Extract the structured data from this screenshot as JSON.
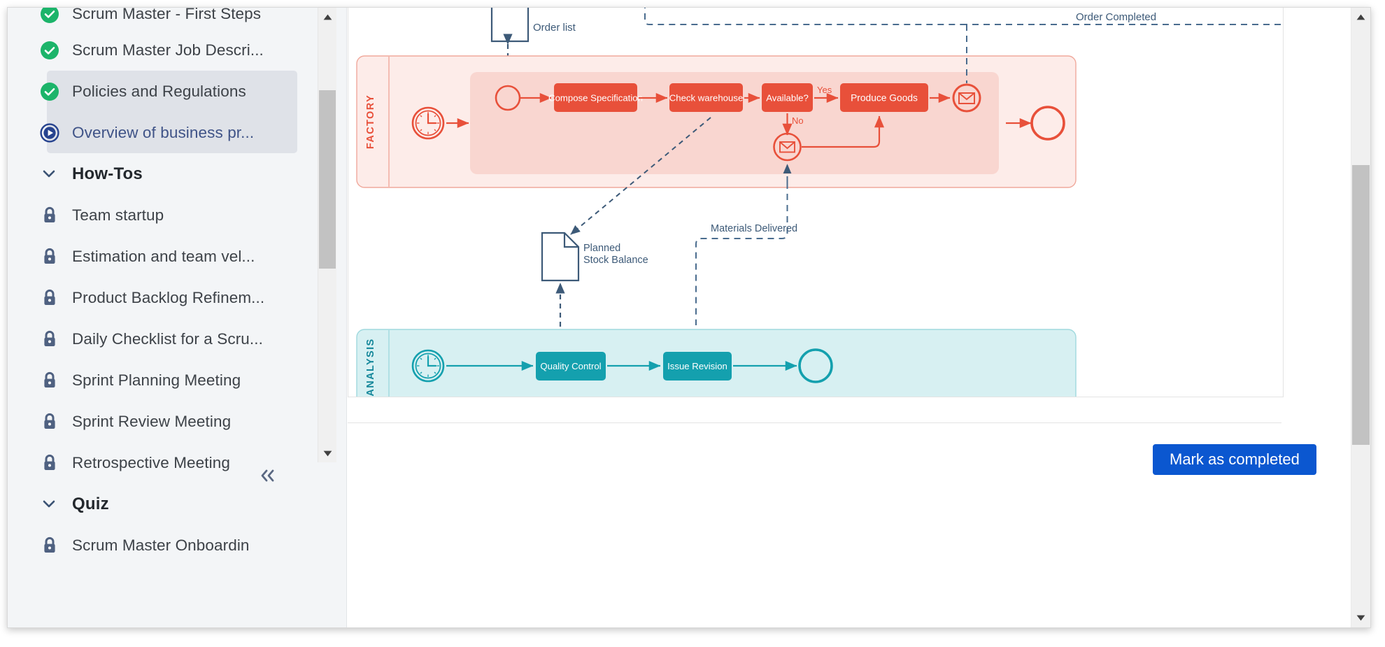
{
  "sidebar": {
    "items": [
      {
        "label": "Scrum Master - First Steps",
        "icon": "check-circle-icon",
        "state": "completed",
        "partial": true
      },
      {
        "label": "Scrum Master Job Descri...",
        "icon": "check-circle-icon",
        "state": "completed"
      },
      {
        "label": "Policies and Regulations",
        "icon": "check-circle-icon",
        "state": "completed",
        "active": true
      },
      {
        "label": "Overview of business pr...",
        "icon": "play-circle-icon",
        "state": "current",
        "active": true
      }
    ],
    "sections": [
      {
        "label": "How-Tos",
        "icon": "chevron-down-icon",
        "items": [
          {
            "label": "Team startup",
            "icon": "lock-icon"
          },
          {
            "label": "Estimation and team vel...",
            "icon": "lock-icon"
          },
          {
            "label": "Product Backlog Refinem...",
            "icon": "lock-icon"
          },
          {
            "label": "Daily Checklist for a Scru...",
            "icon": "lock-icon"
          },
          {
            "label": "Sprint Planning Meeting",
            "icon": "lock-icon"
          },
          {
            "label": "Sprint Review Meeting",
            "icon": "lock-icon"
          },
          {
            "label": "Retrospective Meeting",
            "icon": "lock-icon"
          }
        ]
      },
      {
        "label": "Quiz",
        "icon": "chevron-down-icon",
        "items": [
          {
            "label": "Scrum Master Onboardin",
            "icon": "lock-icon"
          }
        ]
      }
    ],
    "collapse_icon": "«",
    "scroll_up_icon": "▲",
    "scroll_down_icon": "▼"
  },
  "main": {
    "mark_completed_label": "Mark as completed",
    "scroll_up_icon": "▲",
    "scroll_down_icon": "▼"
  },
  "diagram": {
    "type": "bpmn-swimlane",
    "lanes": [
      {
        "name": "FACTORY",
        "color": "#e8503a",
        "fill": "#fdece9",
        "band_fill": "#f9d6d0",
        "nodes": [
          {
            "id": "timer_start_factory",
            "type": "timer-start-event",
            "label": ""
          },
          {
            "id": "start_factory",
            "type": "start-event",
            "label": ""
          },
          {
            "id": "compose_spec",
            "type": "task",
            "label": "Compose Specification"
          },
          {
            "id": "check_warehouse",
            "type": "task",
            "label": "Check warehouse"
          },
          {
            "id": "available",
            "type": "task-gateway",
            "label": "Available?"
          },
          {
            "id": "produce_goods",
            "type": "task",
            "label": "Produce Goods"
          },
          {
            "id": "message_send",
            "type": "message-event",
            "label": ""
          },
          {
            "id": "message_request",
            "type": "message-event",
            "label": ""
          },
          {
            "id": "end_factory",
            "type": "end-event",
            "label": ""
          }
        ],
        "flow_labels": [
          "Yes",
          "No"
        ]
      },
      {
        "name": "ANALYSIS",
        "color": "#14a0ae",
        "fill": "#d7f0f2",
        "nodes": [
          {
            "id": "timer_start_analysis",
            "type": "timer-start-event",
            "label": ""
          },
          {
            "id": "quality_control",
            "type": "task",
            "label": "Quality Control"
          },
          {
            "id": "issue_revision",
            "type": "task",
            "label": "Issue Revision"
          },
          {
            "id": "end_analysis",
            "type": "end-event",
            "label": ""
          }
        ]
      }
    ],
    "artifacts": [
      {
        "id": "order_list",
        "type": "data-object",
        "label": "Order list"
      },
      {
        "id": "planned_stock",
        "type": "data-object",
        "label": "Planned\nStock Balance",
        "line1": "Planned",
        "line2": "Stock Balance"
      }
    ],
    "message_flow_labels": [
      {
        "id": "order_completed",
        "label": "Order Completed"
      },
      {
        "id": "materials_delivered",
        "label": "Materials Delivered"
      }
    ]
  }
}
